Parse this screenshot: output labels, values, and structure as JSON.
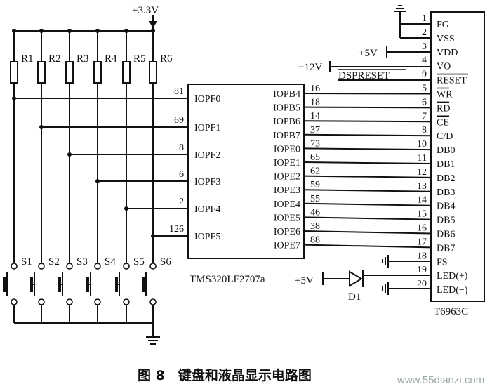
{
  "supply_top": "+3.3V",
  "resistors": [
    "R1",
    "R2",
    "R3",
    "R4",
    "R5",
    "R6"
  ],
  "switches": [
    "S1",
    "S2",
    "S3",
    "S4",
    "S5",
    "S6"
  ],
  "dsp": {
    "name": "TMS320LF2707a",
    "left_pins": [
      {
        "num": "81",
        "name": "IOPF0"
      },
      {
        "num": "69",
        "name": "IOPF1"
      },
      {
        "num": "8",
        "name": "IOPF2"
      },
      {
        "num": "6",
        "name": "IOPF3"
      },
      {
        "num": "2",
        "name": "IOPF4"
      },
      {
        "num": "126",
        "name": "IOPF5"
      }
    ],
    "right_pins": [
      {
        "num": "16",
        "name": "IOPB4"
      },
      {
        "num": "18",
        "name": "IOPB5"
      },
      {
        "num": "14",
        "name": "IOPB6"
      },
      {
        "num": "37",
        "name": "IOPB7"
      },
      {
        "num": "73",
        "name": "IOPE0"
      },
      {
        "num": "65",
        "name": "IOPE1"
      },
      {
        "num": "62",
        "name": "IOPE2"
      },
      {
        "num": "59",
        "name": "IOPE3"
      },
      {
        "num": "55",
        "name": "IOPE4"
      },
      {
        "num": "46",
        "name": "IOPE5"
      },
      {
        "num": "38",
        "name": "IOPE6"
      },
      {
        "num": "88",
        "name": "IOPE7"
      }
    ]
  },
  "lcd": {
    "name": "T6963C",
    "pins": [
      {
        "num": "1",
        "name": "FG"
      },
      {
        "num": "2",
        "name": "VSS"
      },
      {
        "num": "3",
        "name": "VDD"
      },
      {
        "num": "4",
        "name": "VO"
      },
      {
        "num": "9",
        "name": "RESET"
      },
      {
        "num": "5",
        "name": "WR"
      },
      {
        "num": "6",
        "name": "RD"
      },
      {
        "num": "7",
        "name": "CE"
      },
      {
        "num": "8",
        "name": "C/D"
      },
      {
        "num": "10",
        "name": "DB0"
      },
      {
        "num": "11",
        "name": "DB1"
      },
      {
        "num": "12",
        "name": "DB2"
      },
      {
        "num": "13",
        "name": "DB3"
      },
      {
        "num": "14",
        "name": "DB4"
      },
      {
        "num": "15",
        "name": "DB5"
      },
      {
        "num": "16",
        "name": "DB6"
      },
      {
        "num": "17",
        "name": "DB7"
      },
      {
        "num": "18",
        "name": "FS"
      },
      {
        "num": "19",
        "name": "LED(+)"
      },
      {
        "num": "20",
        "name": "LED(−)"
      }
    ]
  },
  "labels": {
    "vdd": "+5V",
    "vo": "−12V",
    "dspreset": "DSPRESET",
    "led_supply": "+5V",
    "diode": "D1"
  },
  "caption": "图 8　键盘和液晶显示电路图",
  "watermark": "www.55dianzi.com"
}
